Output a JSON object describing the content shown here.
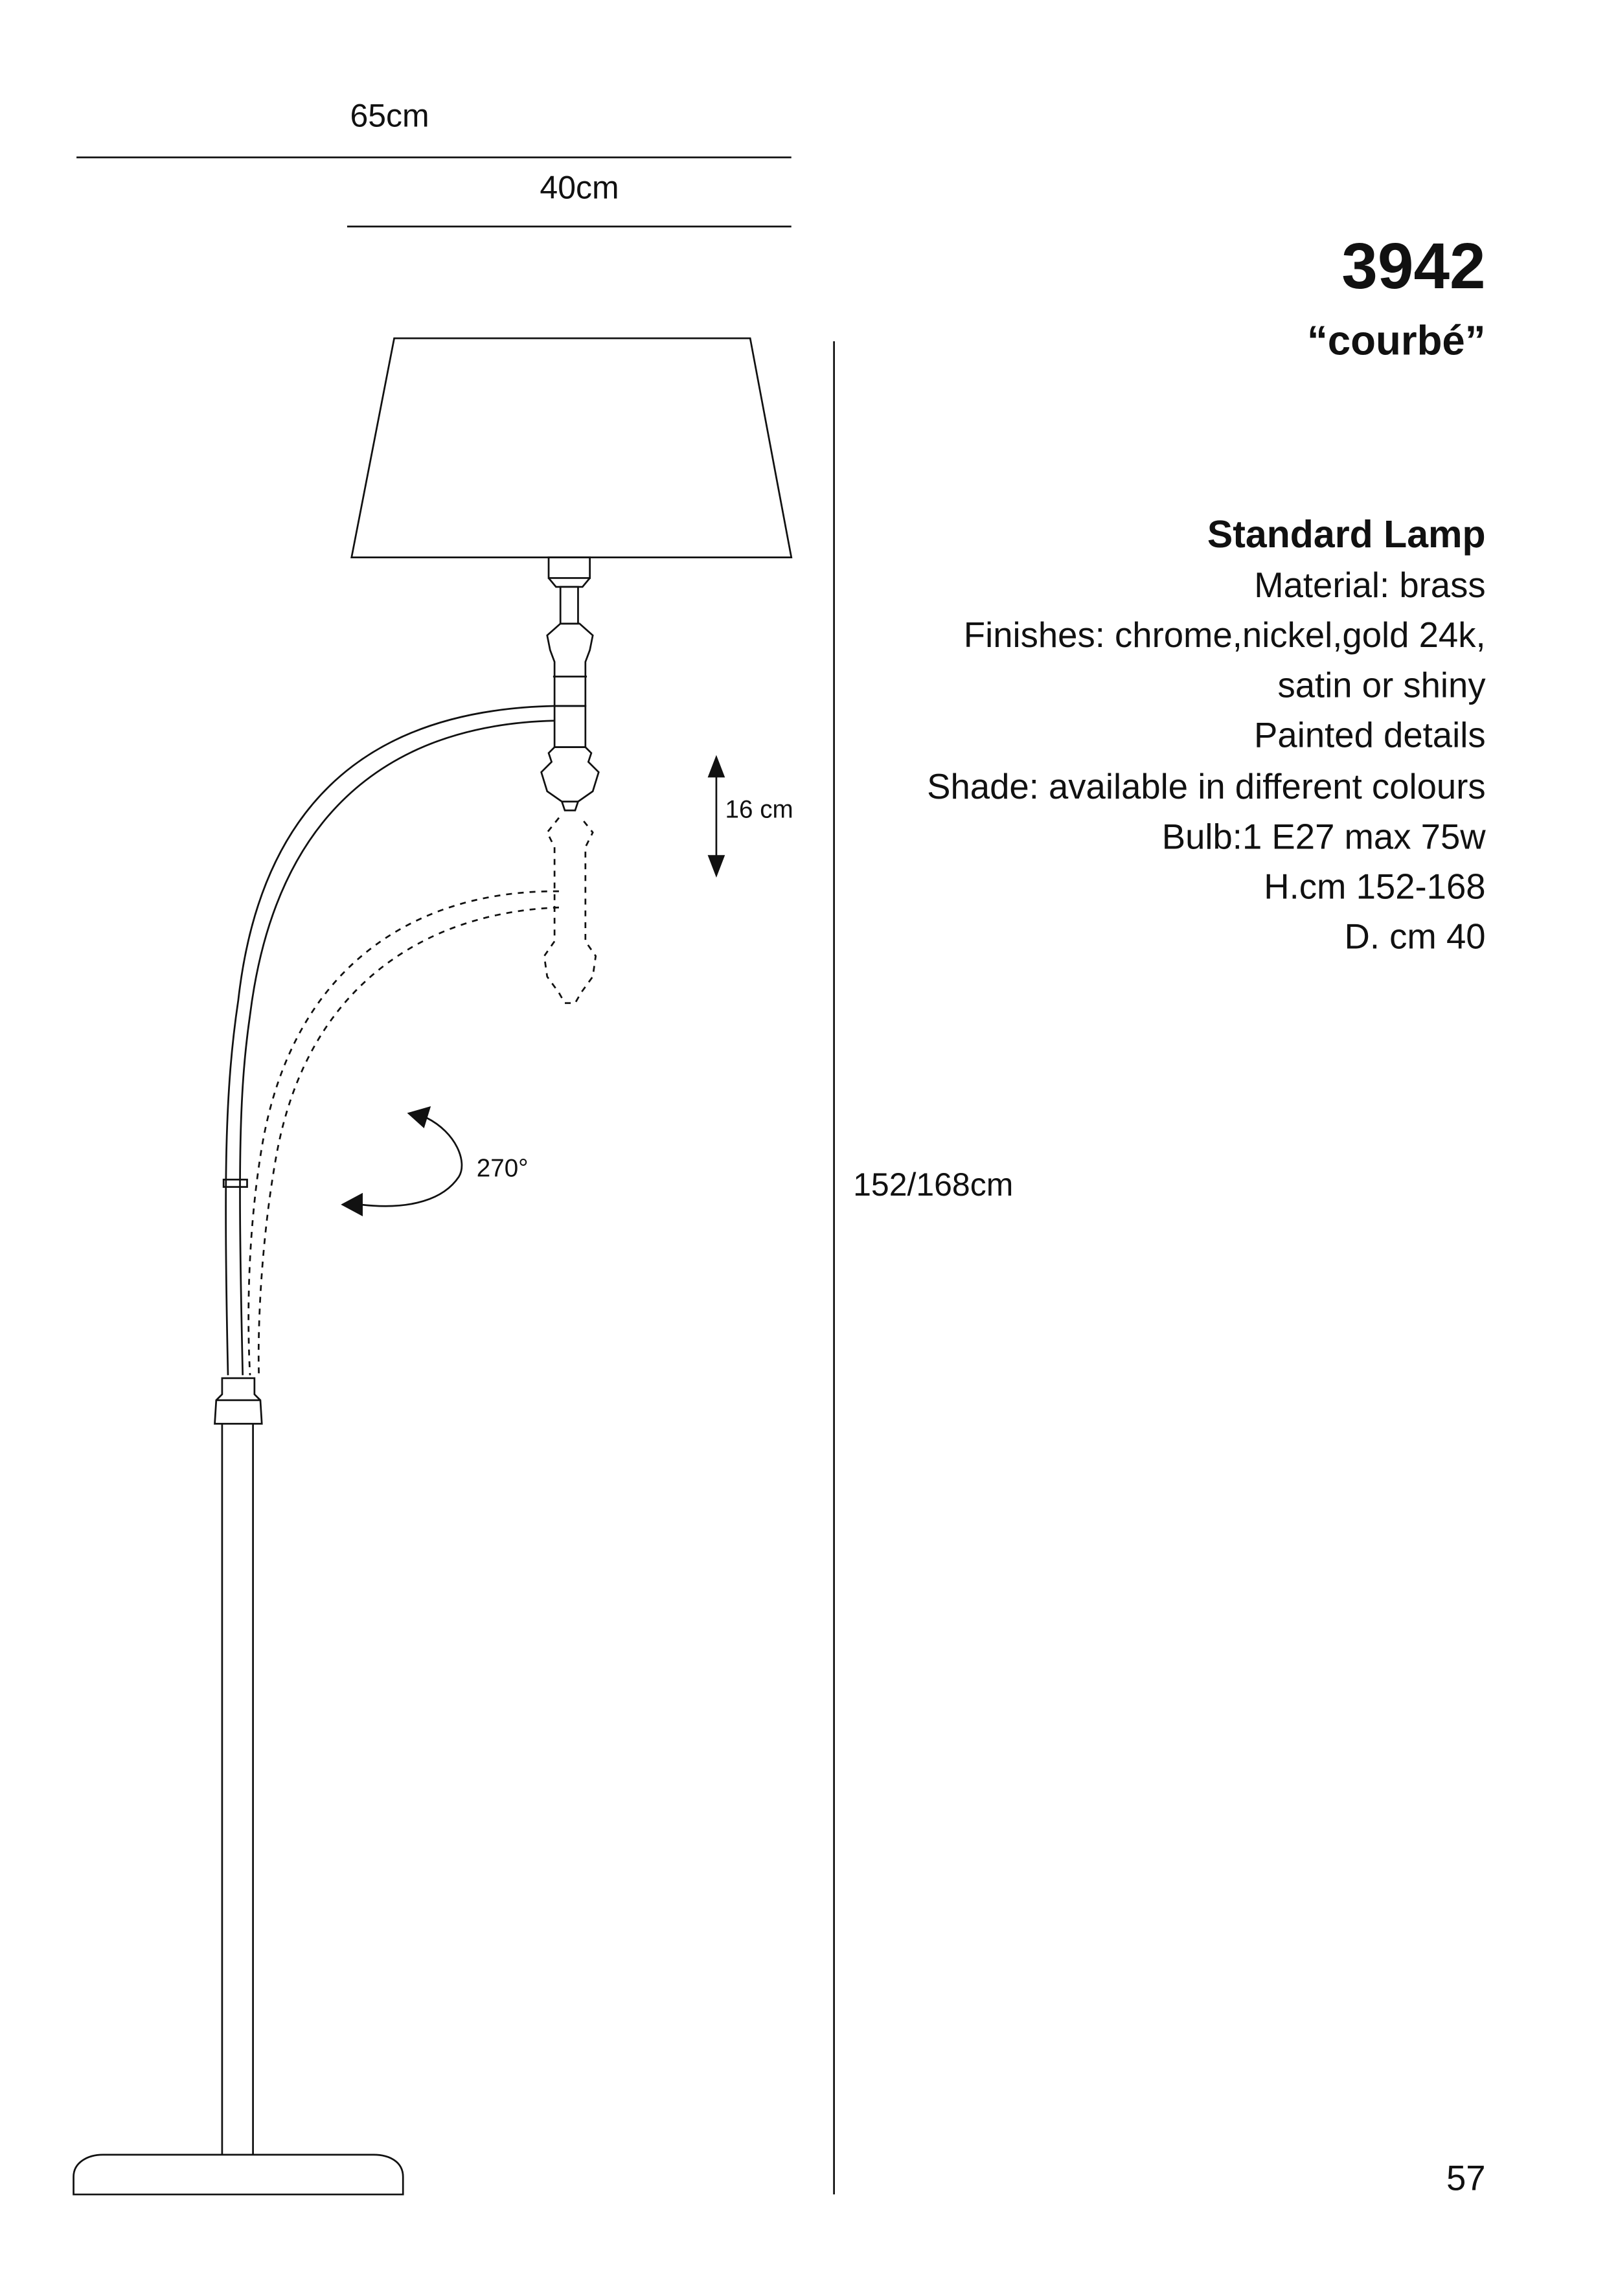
{
  "dimensions": {
    "width_total": "65cm",
    "width_shade": "40cm",
    "height": "152/168cm",
    "drop": "16 cm",
    "rotation": "270°"
  },
  "product": {
    "code": "3942",
    "name": "“courbé”"
  },
  "specs": {
    "title": "Standard Lamp",
    "lines": [
      "Material: brass",
      "Finishes: chrome,nickel,gold 24k,",
      "satin or shiny",
      "Painted details",
      "Shade: available in different colours",
      "Bulb:1 E27 max 75w",
      "H.cm 152-168",
      "D. cm 40"
    ]
  },
  "page_number": "57"
}
